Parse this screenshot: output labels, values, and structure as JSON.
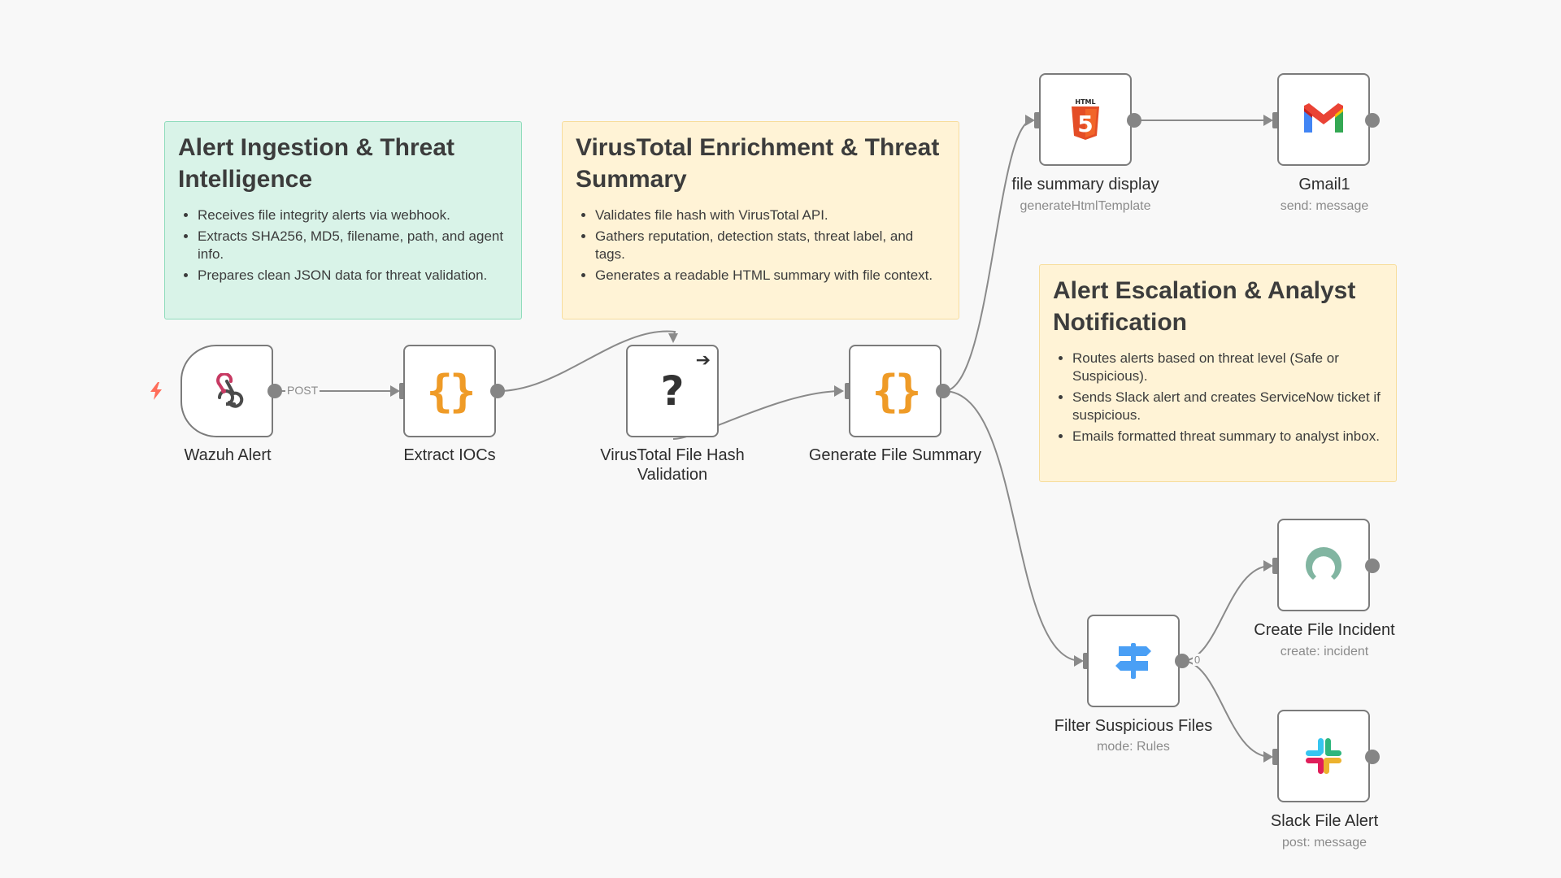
{
  "stickies": {
    "ingestion": {
      "title": "Alert Ingestion & Threat Intelligence",
      "bullets": [
        "Receives file integrity alerts via webhook.",
        "Extracts SHA256, MD5, filename, path, and agent info.",
        "Prepares clean JSON data for threat validation."
      ]
    },
    "enrichment": {
      "title": "VirusTotal Enrichment & Threat Summary",
      "bullets": [
        "Validates file hash with VirusTotal API.",
        "Gathers reputation, detection stats, threat label, and tags.",
        "Generates a readable HTML summary with file context."
      ]
    },
    "escalation": {
      "title": "Alert Escalation & Analyst Notification",
      "bullets": [
        "Routes alerts based on threat level (Safe or Suspicious).",
        "Sends Slack alert and creates ServiceNow ticket if suspicious.",
        "Emails formatted threat summary to analyst inbox."
      ]
    }
  },
  "nodes": {
    "wazuh": {
      "label": "Wazuh Alert",
      "icon": "webhook-icon"
    },
    "extract": {
      "label": "Extract IOCs",
      "icon": "code-braces-icon"
    },
    "virustotal": {
      "label": "VirusTotal File Hash Validation",
      "icon": "question-icon",
      "glyph": "?",
      "corner": "➔"
    },
    "summary": {
      "label": "Generate File Summary",
      "icon": "code-braces-icon"
    },
    "html": {
      "label": "file summary display",
      "sub": "generateHtmlTemplate",
      "icon": "html5-icon",
      "badge": "HTML",
      "digit": "5"
    },
    "gmail": {
      "label": "Gmail1",
      "sub": "send: message",
      "icon": "gmail-icon"
    },
    "filter": {
      "label": "Filter Suspicious Files",
      "sub": "mode: Rules",
      "icon": "signpost-icon"
    },
    "incident": {
      "label": "Create File Incident",
      "sub": "create: incident",
      "icon": "servicenow-icon"
    },
    "slack": {
      "label": "Slack File Alert",
      "sub": "post: message",
      "icon": "slack-icon"
    }
  },
  "edge_labels": {
    "post": "POST",
    "zero": "0"
  },
  "braces_glyph": "{}",
  "colors": {
    "brace_orange": "#ef9b27",
    "gmail_red": "#ea4335",
    "gmail_blue": "#4285f4",
    "gmail_green": "#34a853",
    "gmail_yellow": "#fbbc04",
    "html_orange": "#e44d26",
    "signpost_blue": "#4a9ff5",
    "servicenow_green": "#81b5a1",
    "slack_red": "#e01e5a",
    "slack_blue": "#36c5f0",
    "slack_green": "#2eb67d",
    "slack_yellow": "#ecb22e",
    "webhook_red": "#c73a63",
    "webhook_dark": "#4b4b4b",
    "trigger_bolt": "#ff6d5a"
  }
}
